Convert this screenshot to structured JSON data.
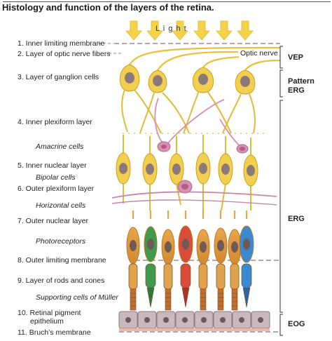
{
  "title": "Histology and function of the layers of the retina.",
  "light_label": "L i g h t",
  "optic_nerve_label": "Optic nerve",
  "layers": [
    {
      "text": "1. Inner limiting membrane"
    },
    {
      "text": "2. Layer of optic nerve fibers"
    },
    {
      "text": "3. Layer of ganglion cells"
    },
    {
      "text": "4. Inner plexiform layer"
    },
    {
      "text": "Amacrine cells"
    },
    {
      "text": "5. Inner nuclear layer"
    },
    {
      "text": "Bipolar cells"
    },
    {
      "text": "6. Outer plexiform layer"
    },
    {
      "text": "Horizontal cells"
    },
    {
      "text": "7. Outer nuclear layer"
    },
    {
      "text": "Photoreceptors"
    },
    {
      "text": "8. Outer limiting membrane"
    },
    {
      "text": "9. Layer of rods and cones"
    },
    {
      "text": "Supporting cells of Müller"
    },
    {
      "text": "10. Retinal pigment"
    },
    {
      "text": "epithelium"
    },
    {
      "text": "11. Bruch’s membrane"
    }
  ],
  "signals": {
    "vep": "VEP",
    "pattern_erg_1": "Pattern",
    "pattern_erg_2": "ERG",
    "erg": "ERG",
    "eog": "EOG"
  },
  "colors": {
    "neuron_fill": "#f2cf4e",
    "neuron_stroke": "#c9a21a",
    "nucleus": "#8c7a7a",
    "amacrine": "#d98fb2",
    "light_arrow": "#f4d24a",
    "rpe": "#c9b9bf",
    "cone_red": "#d94c3a",
    "cone_green": "#3f9a4c",
    "cone_blue": "#3b8ad0"
  }
}
